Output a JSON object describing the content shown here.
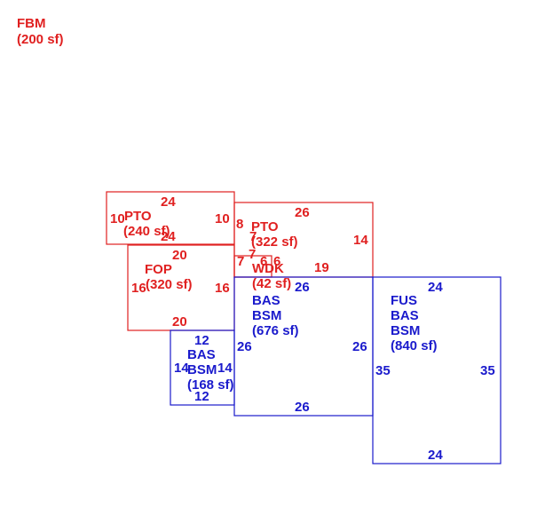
{
  "legend": {
    "line1": "FBM",
    "line2": "(200 sf)"
  },
  "colors": {
    "red": "#e02020",
    "blue": "#1a1acc"
  },
  "areas": {
    "pto_left": {
      "name": "PTO",
      "area": "(240 sf)",
      "top": "24",
      "bottom": "24",
      "left": "10",
      "right": "10"
    },
    "pto_right": {
      "name": "PTO",
      "area": "(322 sf)",
      "top": "26",
      "right": "14",
      "left": "8",
      "left_lower": "7"
    },
    "fop": {
      "name": "FOP",
      "area": "(320 sf)",
      "top": "20",
      "bottom": "20",
      "left": "16",
      "right": "16"
    },
    "wdk": {
      "name": "WDK",
      "area": "(42 sf)",
      "top_left": "6",
      "top_right": "6",
      "left": "7",
      "right": "7",
      "leader": "19"
    },
    "bas_center": {
      "line1": "BAS",
      "line2": "BSM",
      "area": "(676 sf)",
      "top": "26",
      "bottom": "26",
      "left": "26",
      "right": "26"
    },
    "bas_small": {
      "line1": "BAS",
      "line2": "BSM",
      "area": "(168 sf)",
      "top": "12",
      "bottom": "12",
      "left": "14",
      "right": "14"
    },
    "fus": {
      "line1": "FUS",
      "line2": "BAS",
      "line3": "BSM",
      "area": "(840 sf)",
      "top": "24",
      "bottom": "24",
      "left": "35",
      "right": "35"
    }
  }
}
